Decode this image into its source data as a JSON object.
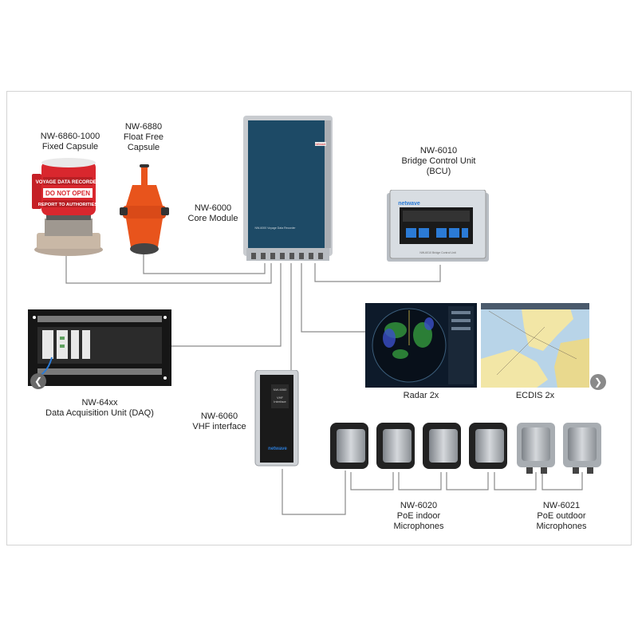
{
  "devices": {
    "fixed_capsule": {
      "model": "NW-6860-1000",
      "name": "Fixed Capsule",
      "text_lines": [
        "VOYAGE DATA RECORDER",
        "DO NOT OPEN",
        "REPORT TO AUTHORITIES"
      ]
    },
    "float_free": {
      "model": "NW-6880",
      "name_1": "Float Free",
      "name_2": "Capsule"
    },
    "core_module": {
      "model": "NW-6000",
      "name": "Core Module",
      "logo": "netwave",
      "panel_text": "NW-6000 Voyage Data Recorder"
    },
    "bcu": {
      "model": "NW-6010",
      "name_1": "Bridge Control Unit",
      "name_2": "(BCU)",
      "logo": "netwave",
      "panel_text": "NW-6010 Bridge Control Unit"
    },
    "daq": {
      "model": "NW-64xx",
      "name": "Data Acquisition Unit (DAQ)"
    },
    "radar": {
      "name": "Radar 2x"
    },
    "ecdis": {
      "name": "ECDIS 2x"
    },
    "vhf": {
      "model": "NW-6060",
      "name": "VHF interface",
      "logo": "netwave",
      "box_model": "NW-6060",
      "box_text_1": "VHF",
      "box_text_2": "Interface"
    },
    "mic_indoor": {
      "model": "NW-6020",
      "name_1": "PoE indoor",
      "name_2": "Microphones"
    },
    "mic_outdoor": {
      "model": "NW-6021",
      "name_1": "PoE outdoor",
      "name_2": "Microphones"
    }
  },
  "nav": {
    "prev_icon": "chevron-left-icon",
    "next_icon": "chevron-right-icon",
    "prev_glyph": "❮",
    "next_glyph": "❯"
  },
  "colors": {
    "line": "#8a8a8a",
    "core_panel": "#1d4a66",
    "capsule_red": "#d9272e",
    "float_orange": "#e8541c",
    "screen_blue": "#2b7bd6"
  }
}
